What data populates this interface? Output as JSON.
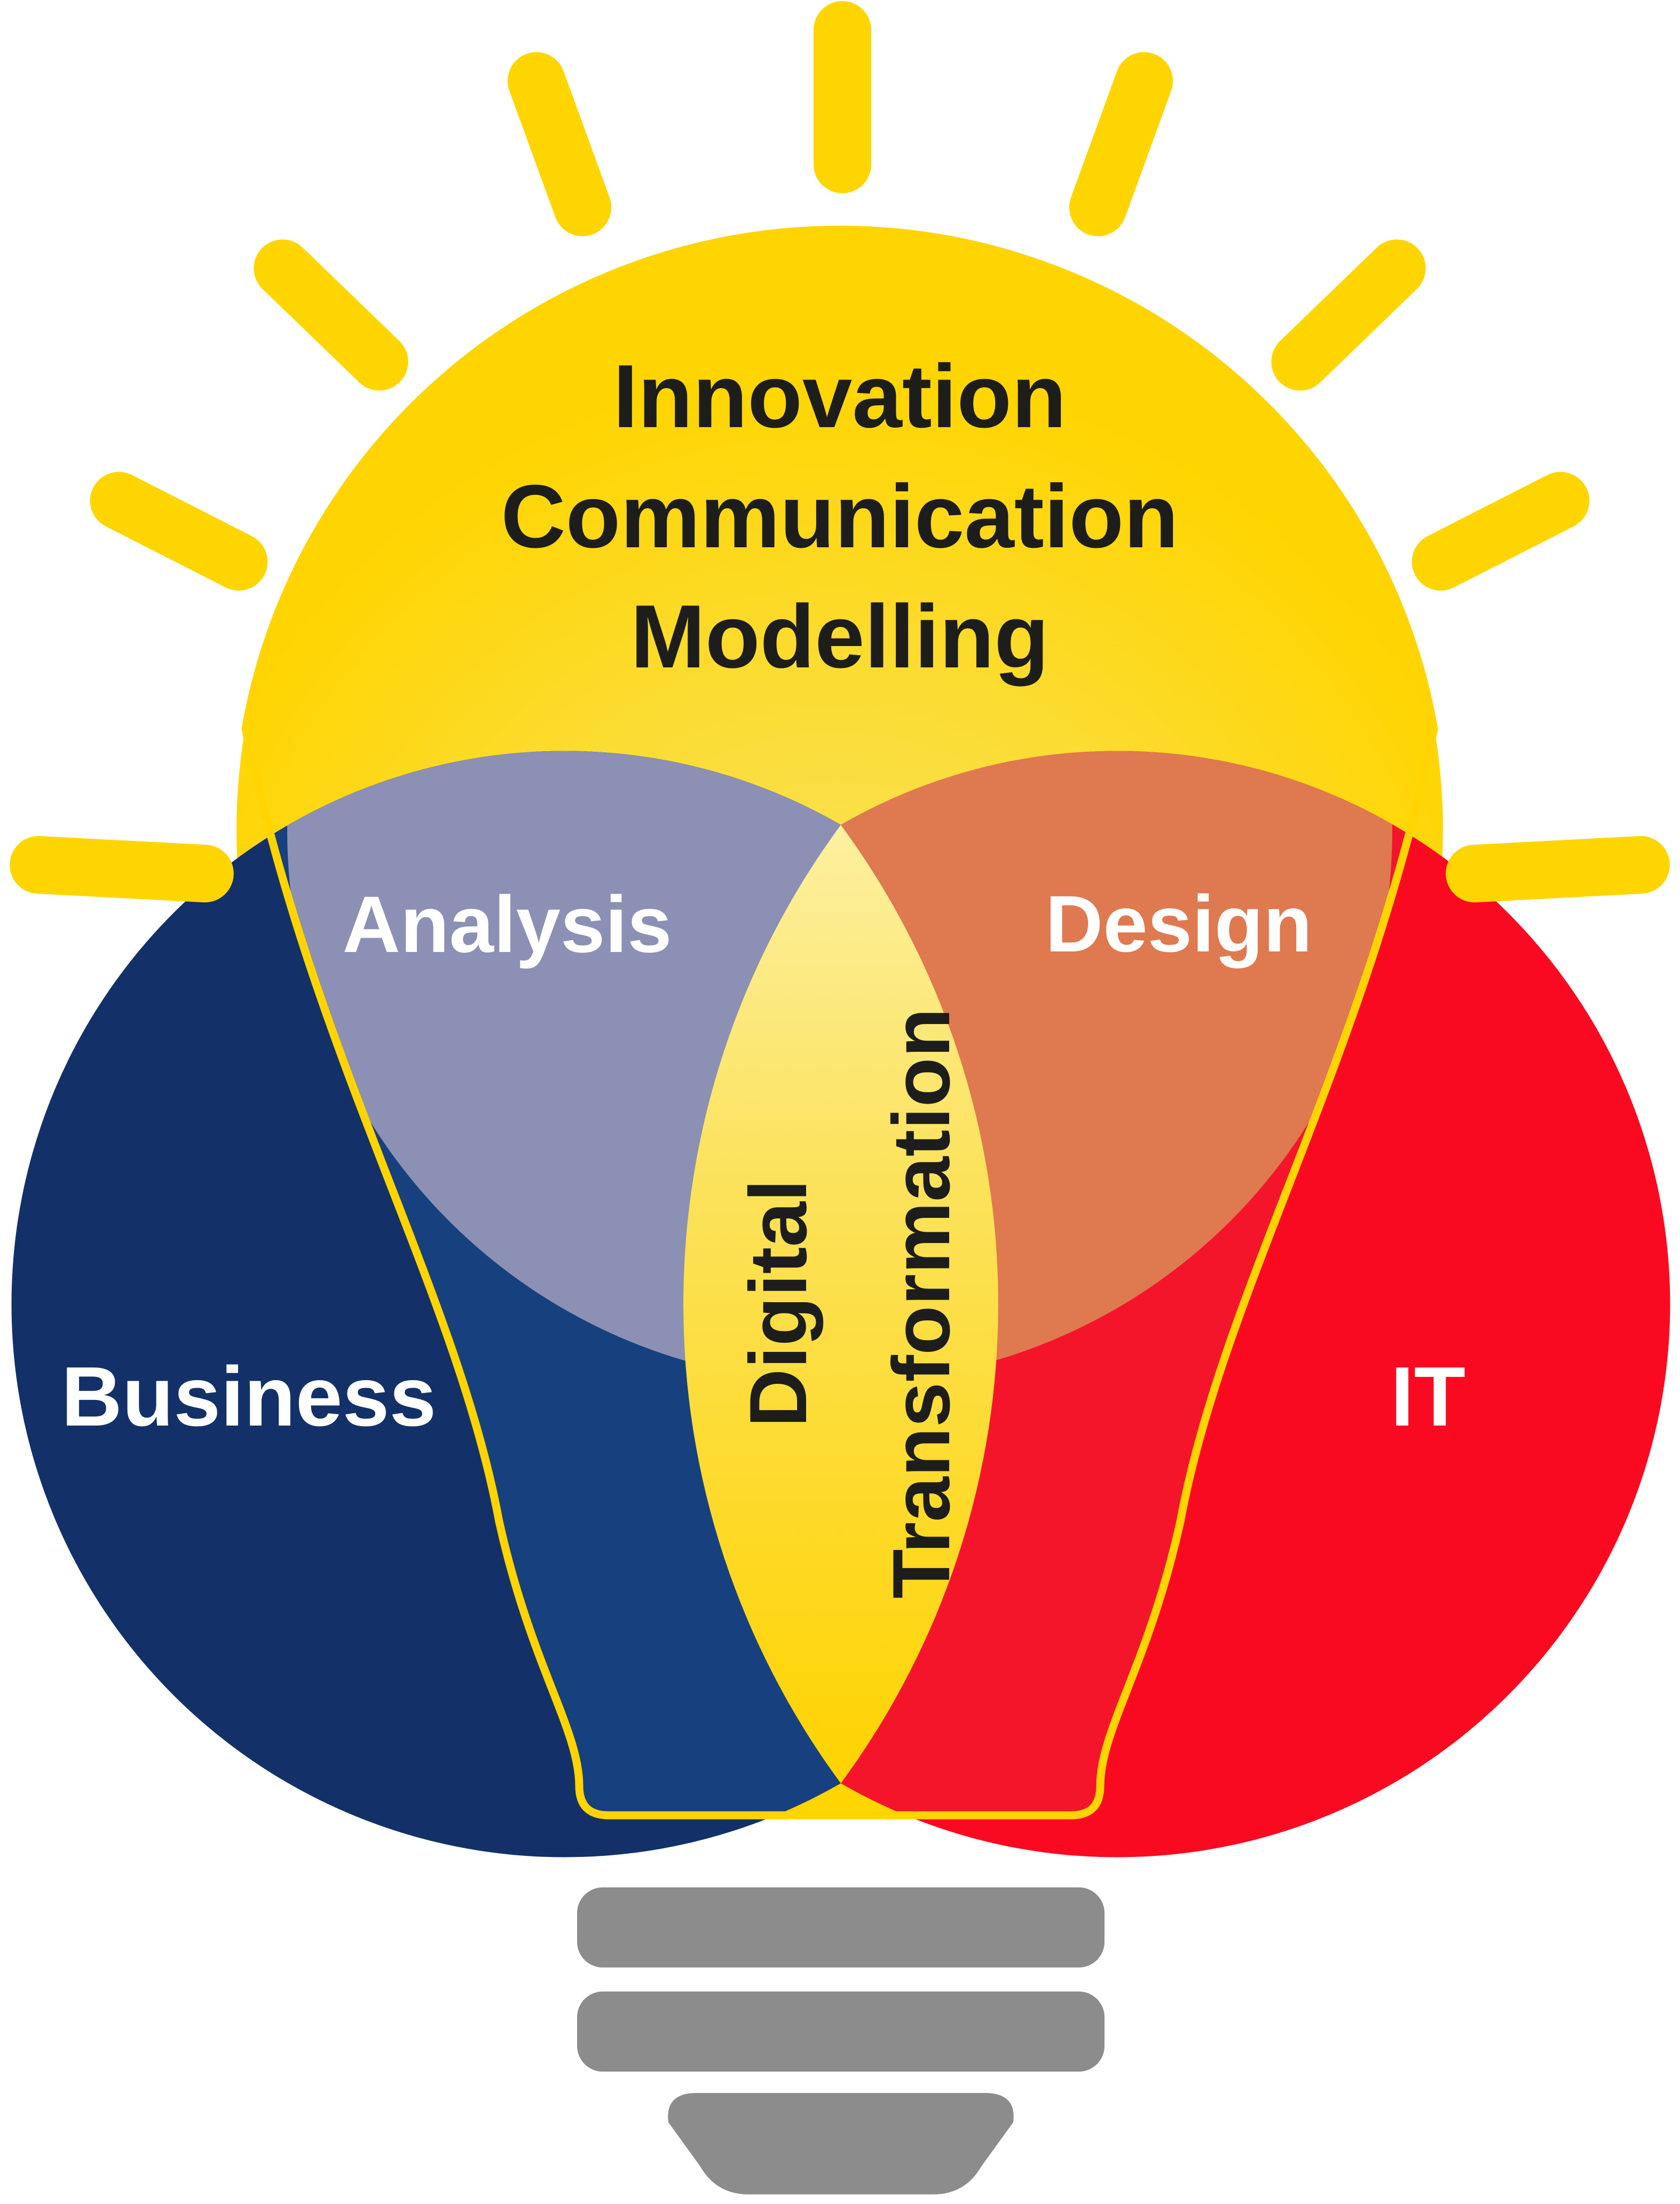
{
  "diagram": {
    "type": "lightbulb-venn",
    "background": "#FFFFFF",
    "bulb": {
      "glow_labels": [
        "Innovation",
        "Communication",
        "Modelling"
      ]
    },
    "center_label": [
      "Digital",
      "Transformation"
    ],
    "sets": {
      "knowledge": {
        "color_center": "#F9E468",
        "color_mid": "#FBDC33",
        "color_edge": "#FFD500"
      },
      "business": {
        "label": "Business",
        "color": "#133168",
        "color_in_glass": "#17417E"
      },
      "it": {
        "label": "IT",
        "color": "#FA0A20",
        "color_in_glass": "#F5152B"
      }
    },
    "overlaps": {
      "analysis": {
        "label": "Analysis",
        "color": "#8C90B4"
      },
      "design": {
        "label": "Design",
        "color": "#DF7950"
      },
      "lens_top": "#FDF0A0",
      "lens_mid": "#FBE25A",
      "lens_bottom": "#FFD300"
    },
    "outline_color": "#FFD400",
    "ray_color": "#FFD500",
    "ray_count": "9",
    "base_color": "#8C8C8C",
    "text_dark": "#1D1D1B",
    "text_light": "#FFFFFF"
  }
}
